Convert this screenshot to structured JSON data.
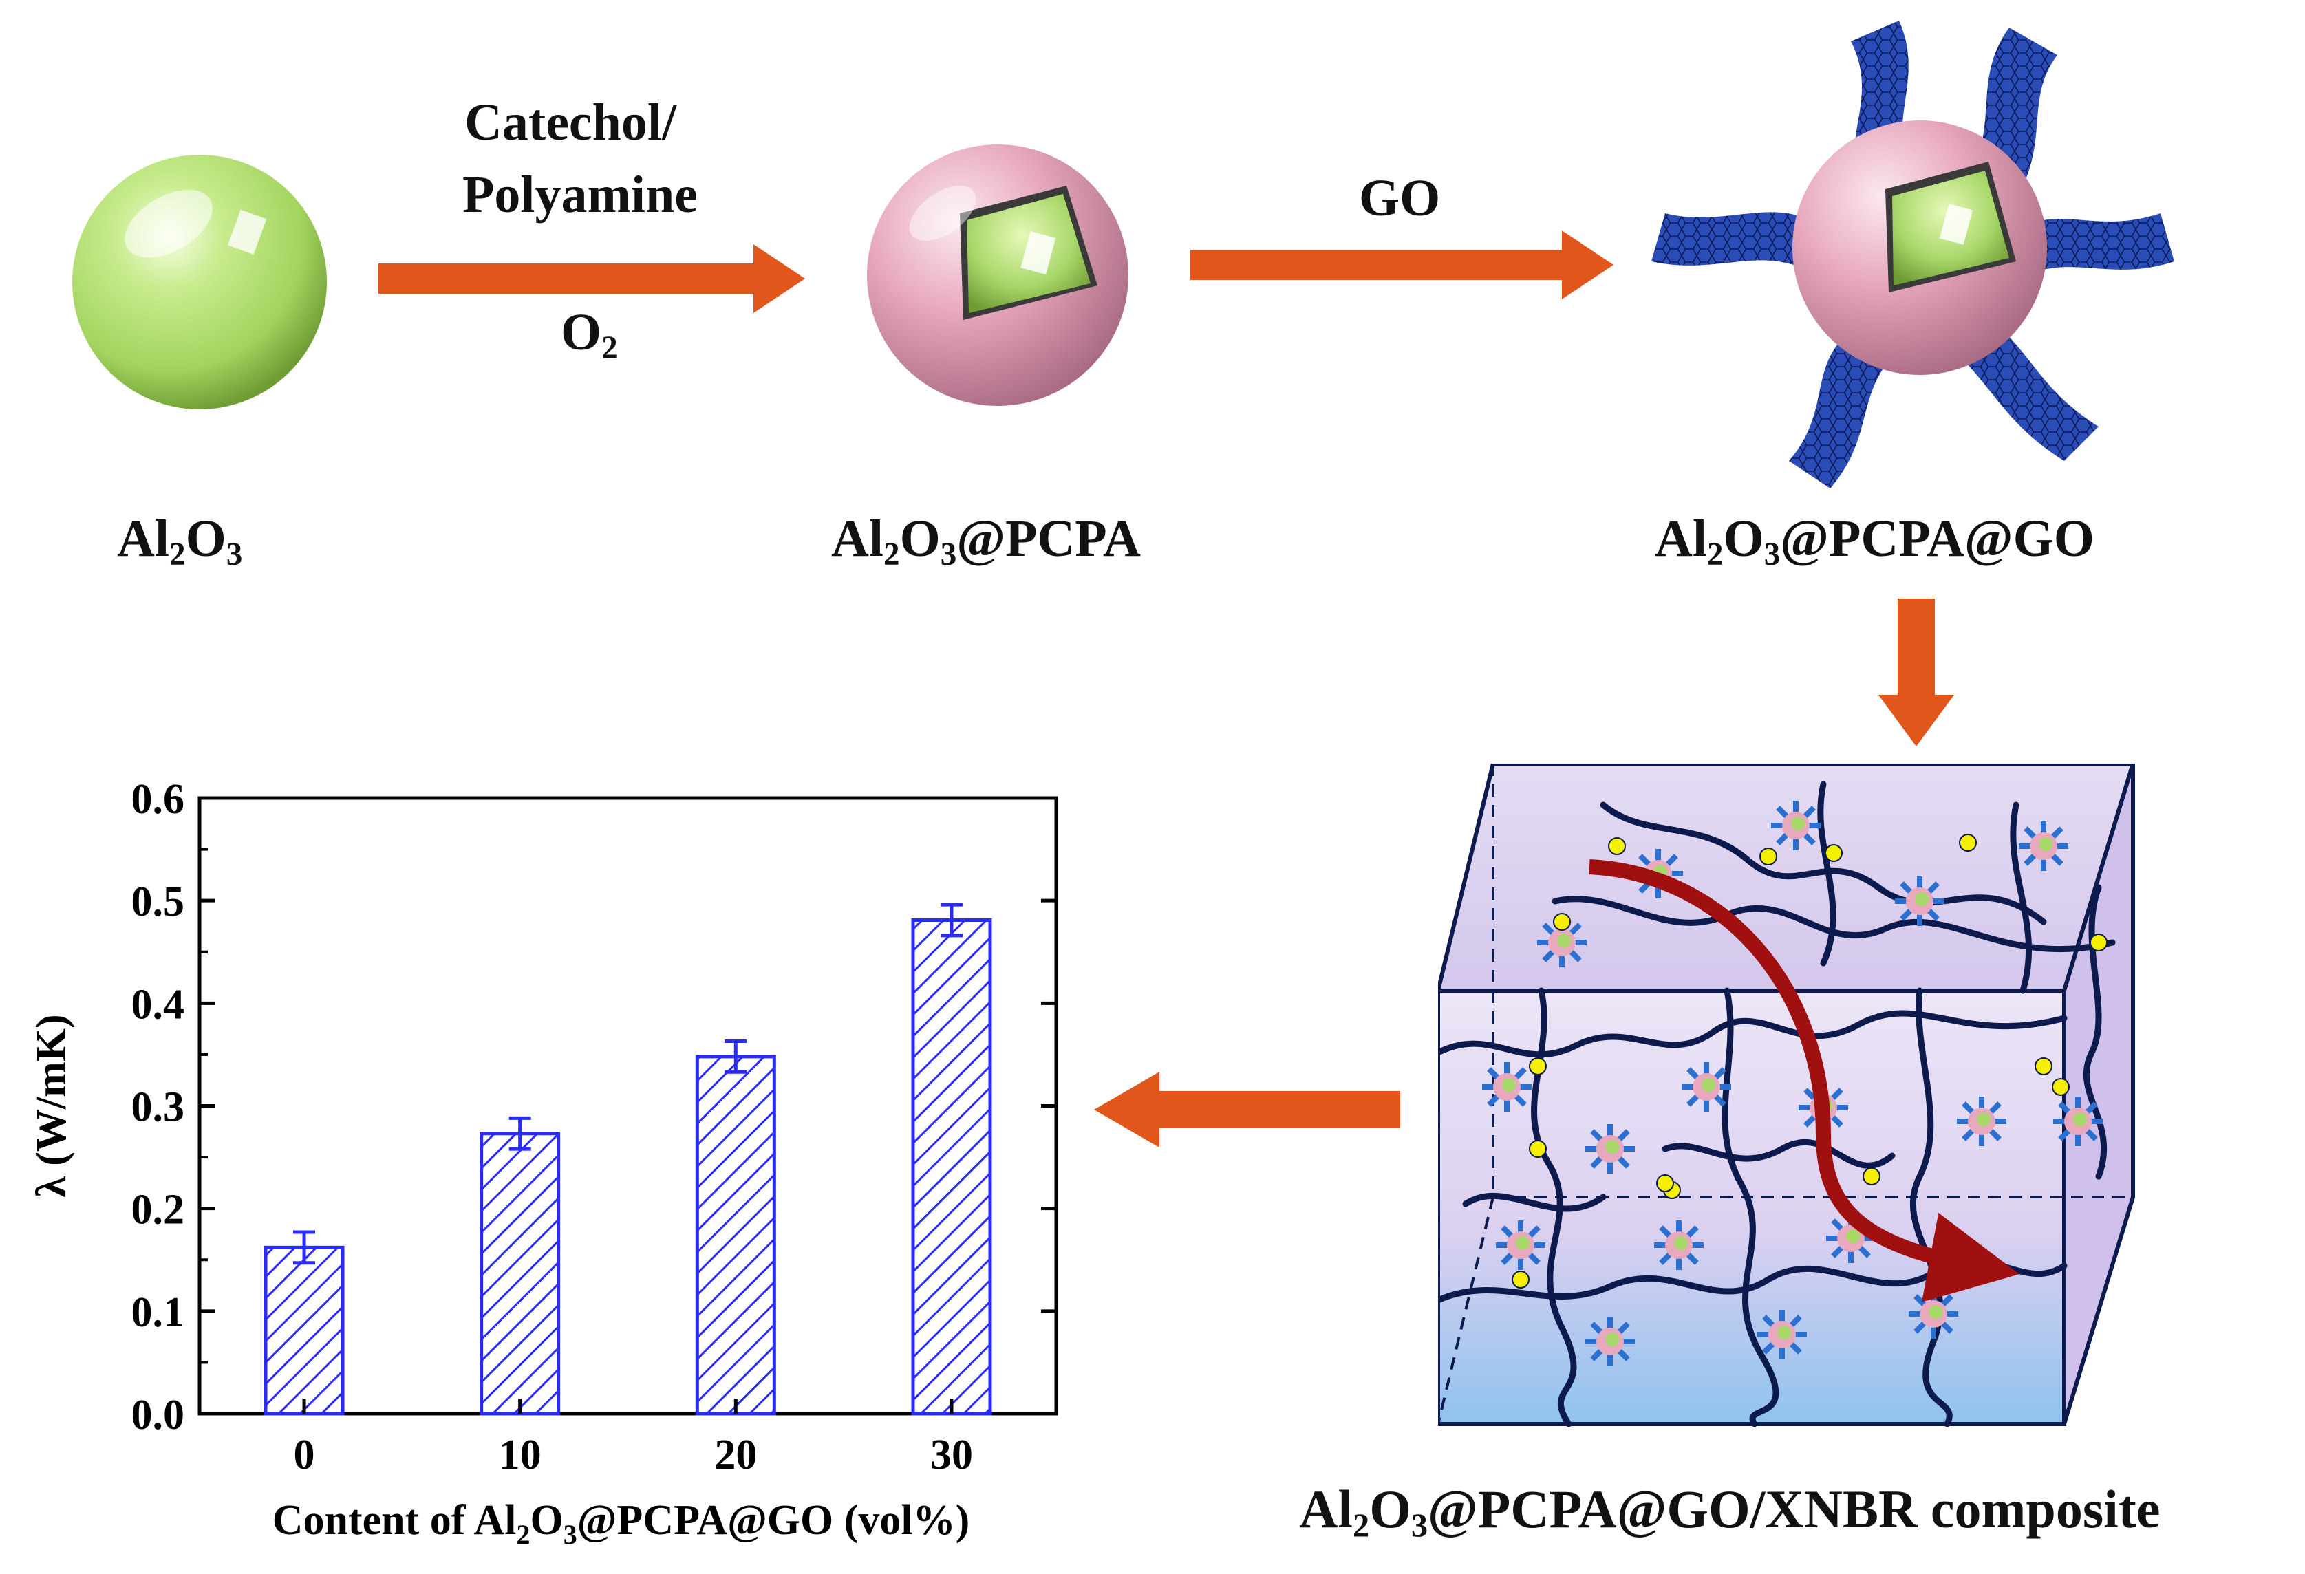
{
  "colors": {
    "arrow": "#e0561b",
    "core_green": "#a9d86a",
    "shell_pink": "#e8a9bf",
    "graphene_blue": "#2b4db8",
    "bar_blue": "#2a2aff",
    "cube_fill_top": "#ece6f7",
    "cube_fill_bottom": "#8fc3ee",
    "network": "#0d1a4d",
    "heat_arrow": "#a01010",
    "node_dot": "#f4f000"
  },
  "icons": {
    "arrow_1": "orange-right-arrow",
    "arrow_2": "orange-right-arrow",
    "arrow_3": "orange-down-arrow",
    "arrow_4": "orange-left-arrow",
    "al2o3": "green-sphere-icon",
    "pcpa": "pink-shell-sphere-icon",
    "go": "graphene-decorated-sphere-icon",
    "composite": "composite-cube-icon"
  },
  "step1": {
    "reagent_line1": "Catechol/",
    "reagent_line2": "Polyamine",
    "condition_main": "O",
    "condition_sub": "2"
  },
  "step2": {
    "reagent": "GO"
  },
  "labels": {
    "al2o3": {
      "a": "Al",
      "a_sub": "2",
      "b": "O",
      "b_sub": "3",
      "tail": ""
    },
    "pcpa": {
      "a": "Al",
      "a_sub": "2",
      "b": "O",
      "b_sub": "3",
      "tail": "@PCPA"
    },
    "go": {
      "a": "Al",
      "a_sub": "2",
      "b": "O",
      "b_sub": "3",
      "tail": "@PCPA@GO"
    },
    "composite": {
      "a": "Al",
      "a_sub": "2",
      "b": "O",
      "b_sub": "3",
      "tail": "@PCPA@GO/XNBR composite"
    }
  },
  "chart_data": {
    "type": "bar",
    "categories": [
      "0",
      "10",
      "20",
      "30"
    ],
    "values": [
      0.162,
      0.273,
      0.348,
      0.481
    ],
    "error": [
      0.015,
      0.015,
      0.015,
      0.015
    ],
    "ylim": [
      0.0,
      0.6
    ],
    "yticks": [
      "0.0",
      "0.1",
      "0.2",
      "0.3",
      "0.4",
      "0.5",
      "0.6"
    ],
    "ylabel": "λ (W/mK)",
    "xlabel": {
      "a": "Content of Al",
      "a_sub": "2",
      "b": "O",
      "b_sub": "3",
      "tail": "@PCPA@GO (vol%)"
    },
    "bar_style": "hatched",
    "grid": false
  }
}
